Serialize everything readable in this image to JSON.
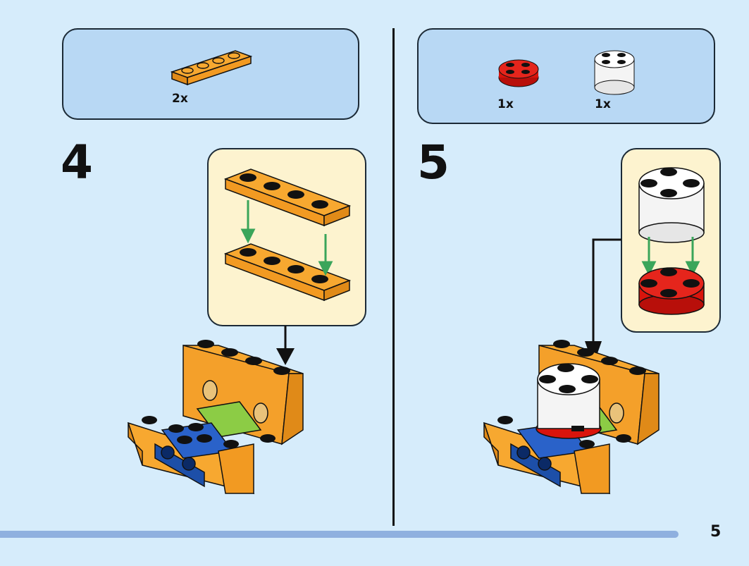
{
  "step4": {
    "number": "4",
    "parts": [
      {
        "name": "orange-plate-1x4",
        "qty": "2x",
        "color": "#f7a830"
      }
    ]
  },
  "step5": {
    "number": "5",
    "parts": [
      {
        "name": "red-round-brick",
        "qty": "1x",
        "color": "#d9140c"
      },
      {
        "name": "white-round-brick",
        "qty": "1x",
        "color": "#ffffff"
      }
    ]
  },
  "colors": {
    "background": "#d6ecfb",
    "parts_box": "#b8d8f4",
    "callout": "#fdf3cf",
    "orange": "#f7a830",
    "blue": "#2a62c9",
    "green": "#8ccc45",
    "red": "#d9140c",
    "arrow_green": "#3aa55a",
    "progress": "#8fb0df"
  },
  "page": {
    "number": "5"
  }
}
